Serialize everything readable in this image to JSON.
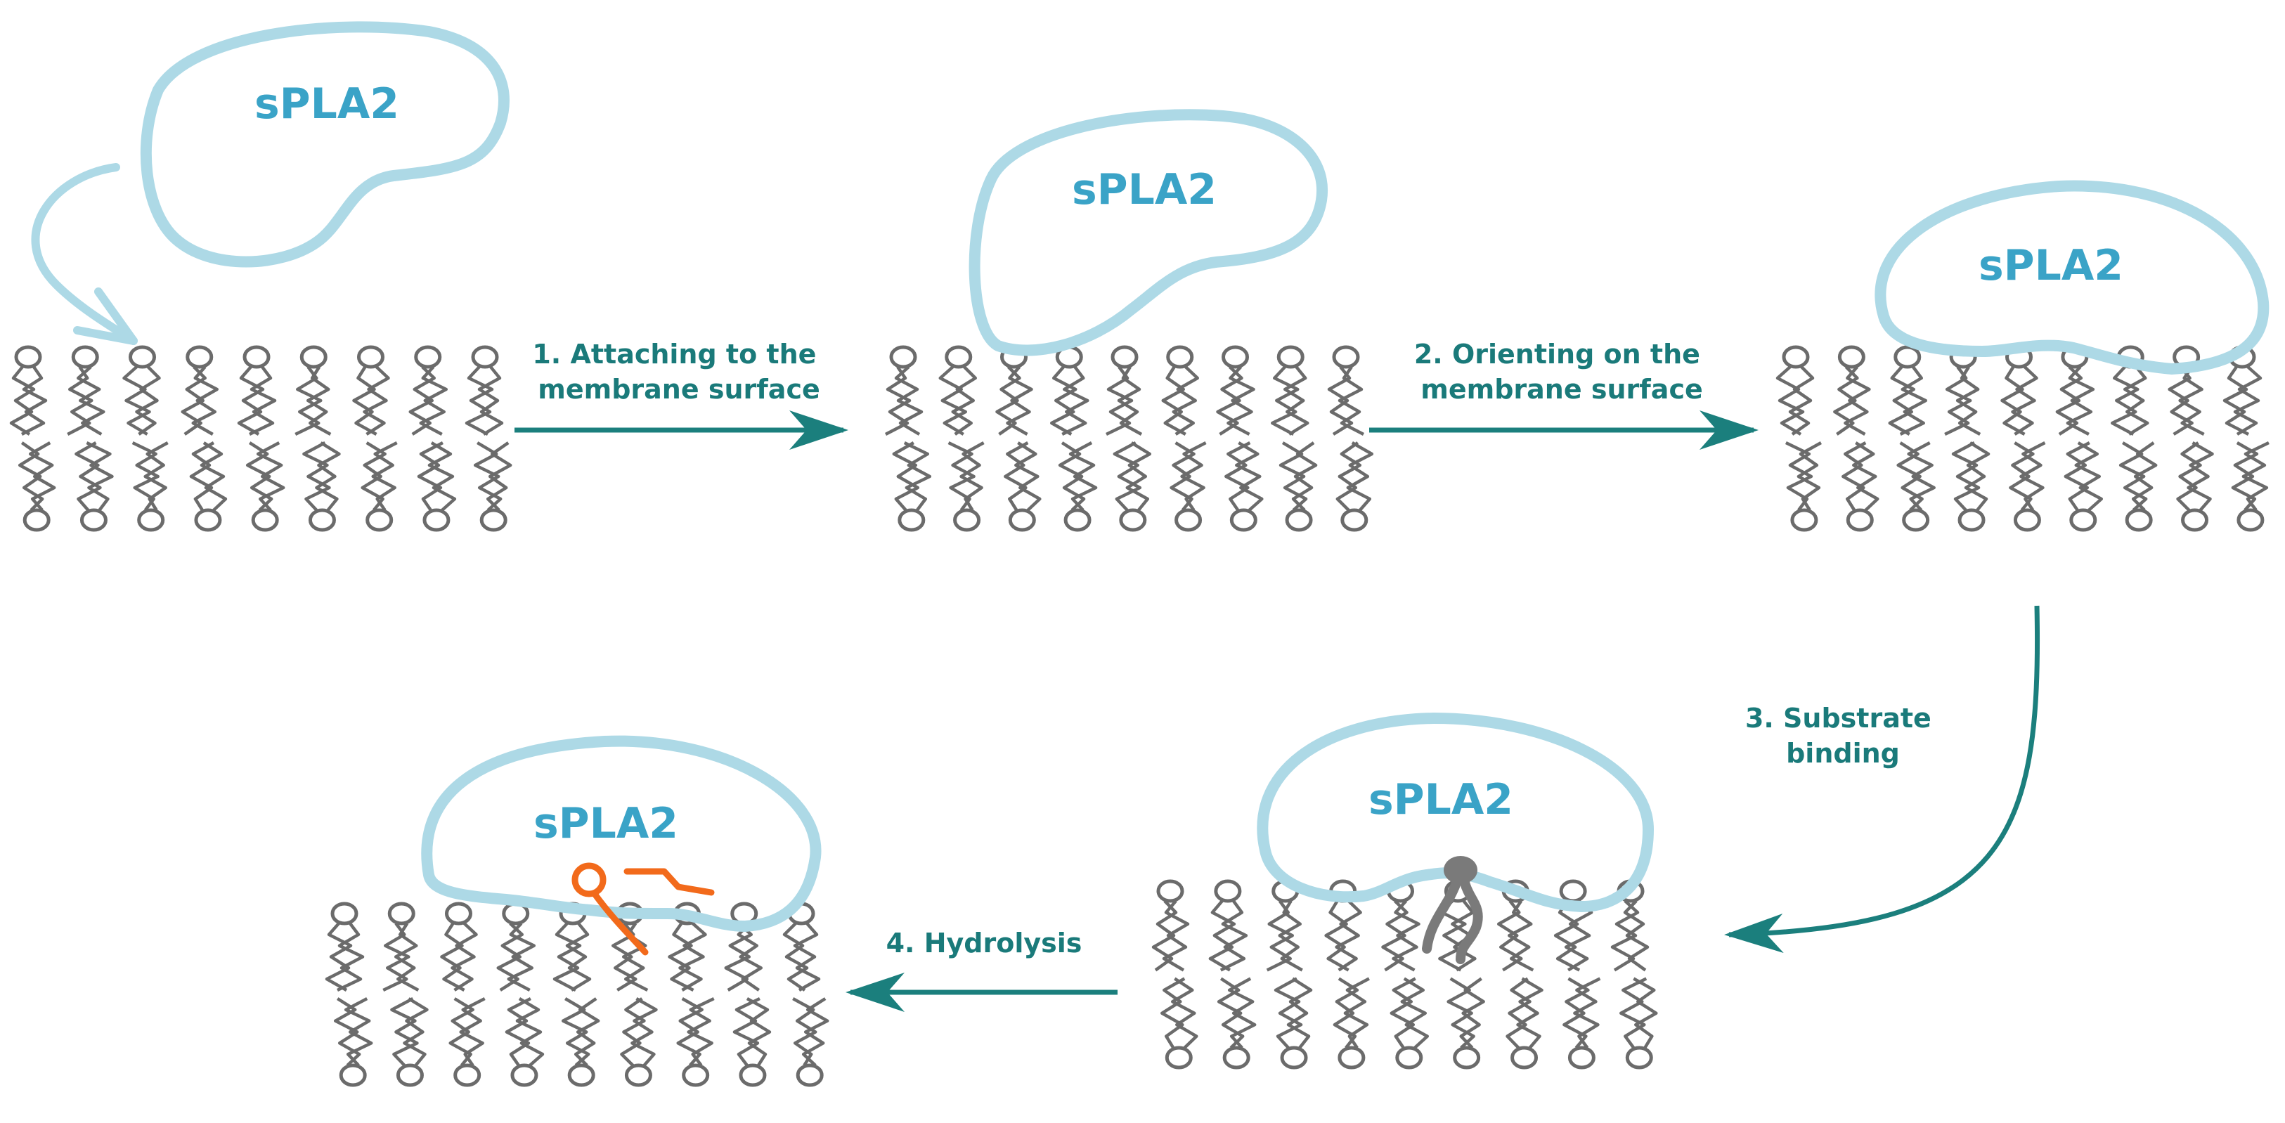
{
  "colors": {
    "enzyme_outline": "#add9e6",
    "enzyme_text": "#3aa3c7",
    "arrow": "#1b7f7d",
    "step_text": "#1a7a7a",
    "lipid": "#6b6b6b",
    "bound_substrate": "#7a7a7a",
    "hydrolysis_products": "#f26a1b"
  },
  "enzymes": [
    {
      "label": "sPLA2"
    },
    {
      "label": "sPLA2"
    },
    {
      "label": "sPLA2"
    },
    {
      "label": "sPLA2"
    },
    {
      "label": "sPLA2"
    }
  ],
  "steps": [
    {
      "lines": [
        "1. Attaching to the",
        "membrane surface"
      ]
    },
    {
      "lines": [
        "2. Orienting on the",
        "membrane surface"
      ]
    },
    {
      "lines": [
        "3. Substrate",
        "binding"
      ]
    },
    {
      "lines": [
        "4. Hydrolysis"
      ]
    }
  ]
}
